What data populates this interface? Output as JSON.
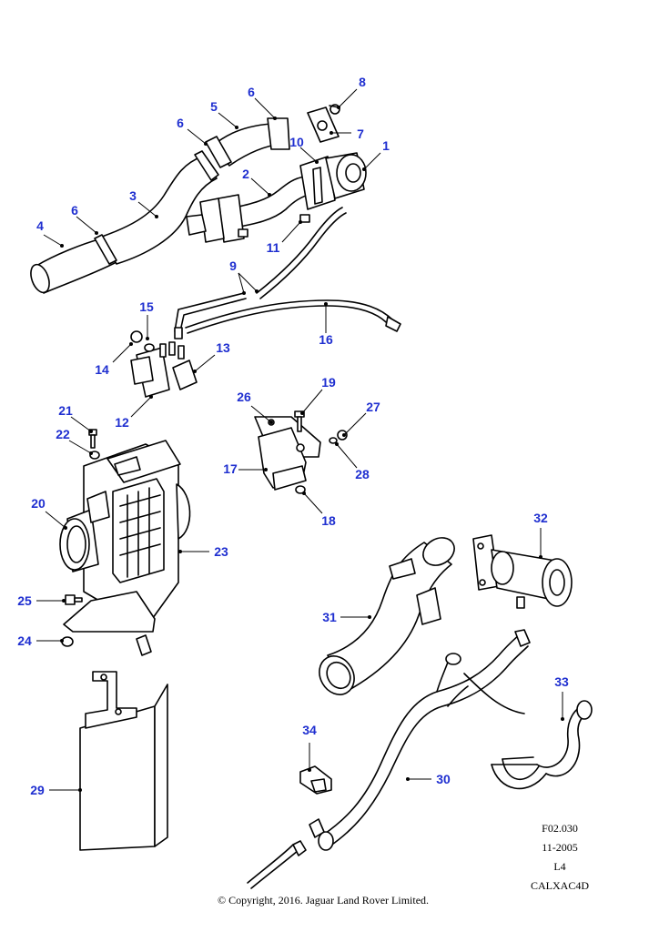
{
  "diagram": {
    "callouts": [
      "1",
      "2",
      "3",
      "4",
      "5",
      "6",
      "6",
      "6",
      "7",
      "8",
      "9",
      "10",
      "11",
      "12",
      "13",
      "14",
      "15",
      "16",
      "17",
      "18",
      "19",
      "20",
      "21",
      "22",
      "23",
      "24",
      "25",
      "26",
      "27",
      "28",
      "29",
      "30",
      "31",
      "32",
      "33",
      "34"
    ],
    "footer": {
      "code": "F02.030",
      "date": "11-2005",
      "variant": "L4",
      "ref": "CALXAC4D"
    },
    "copyright": "© Copyright, 2016. Jaguar Land Rover Limited.",
    "callout_color": "#1f2fd0"
  }
}
